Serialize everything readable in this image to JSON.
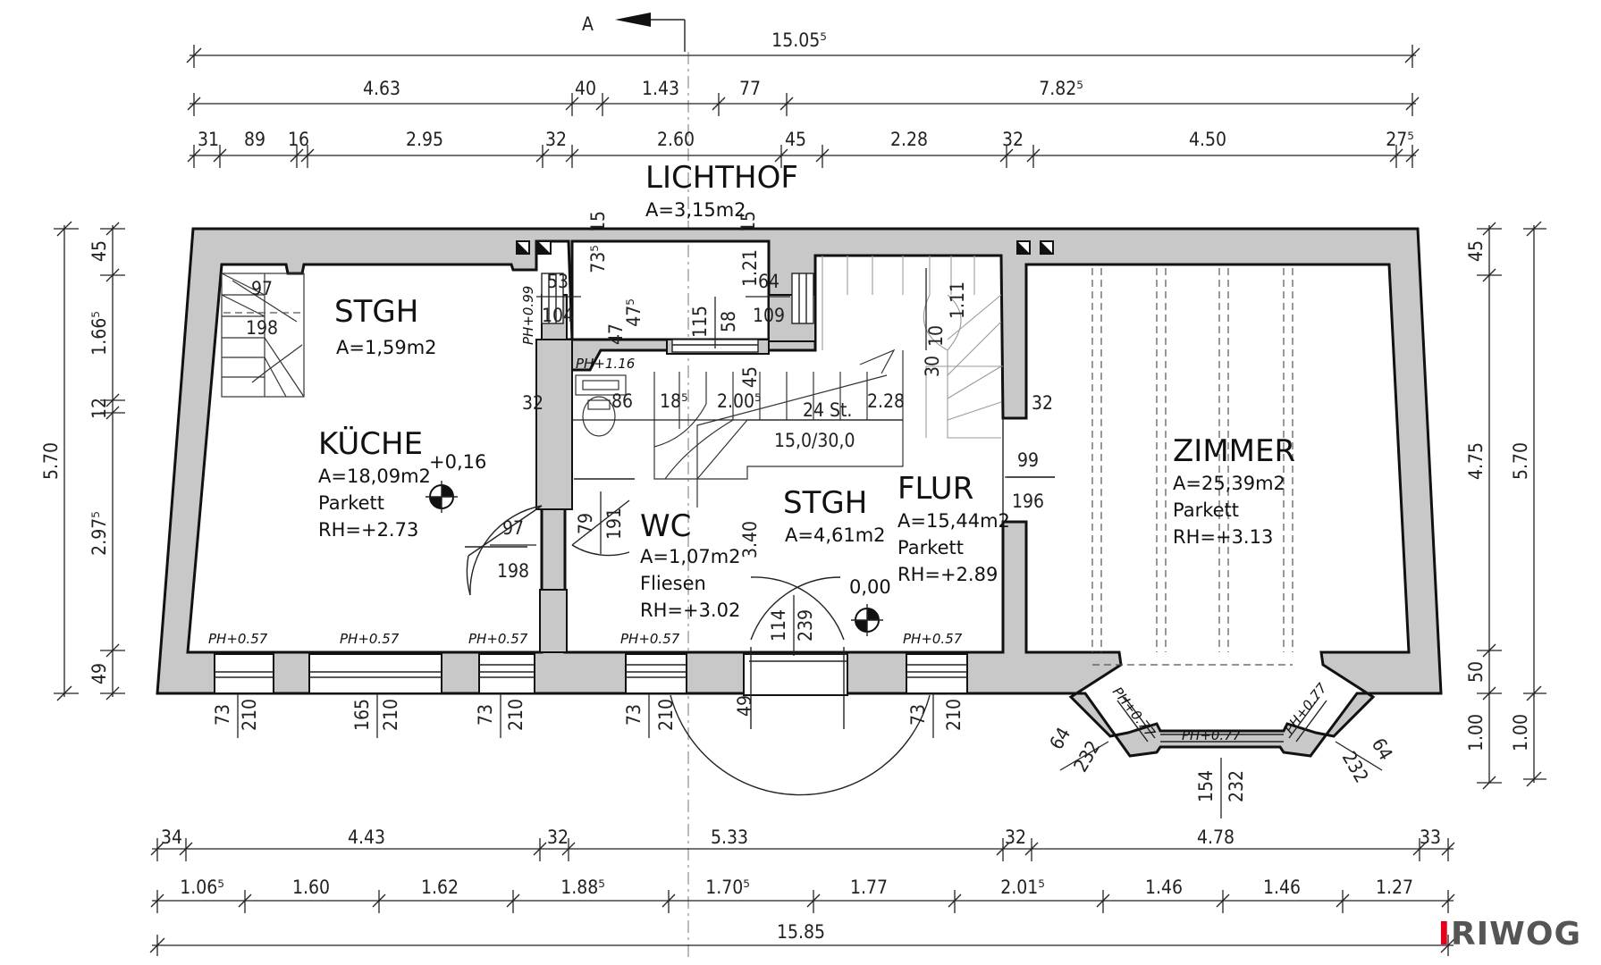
{
  "section_marker": "A",
  "dims_top_overall": "15.05⁵",
  "dims_top_row2": [
    "4.63",
    "40",
    "1.43",
    "77",
    "7.82⁵"
  ],
  "dims_top_row3": [
    "31",
    "89",
    "16",
    "2.95",
    "32",
    "2.60",
    "45",
    "2.28",
    "32",
    "4.50",
    "27⁵"
  ],
  "dims_left": [
    "45",
    "1.66⁵",
    "12",
    "2.97⁵",
    "49"
  ],
  "dims_left_total": "5.70",
  "dims_right": [
    "45",
    "4.75",
    "50",
    "1.00"
  ],
  "dims_right_total": "5.70",
  "dims_right_outer": "1.00",
  "dims_bottom_row1": [
    "34",
    "4.43",
    "32",
    "5.33",
    "32",
    "4.78",
    "33"
  ],
  "dims_bottom_row2": [
    "1.06⁵",
    "1.60",
    "1.62",
    "1.88⁵",
    "1.70⁵",
    "1.77",
    "2.01⁵",
    "1.46",
    "1.46",
    "1.27"
  ],
  "dims_bottom_total": "15.85",
  "rooms": {
    "lichthof": {
      "name": "LICHTHOF",
      "area": "A=3,15m2"
    },
    "stgh_small": {
      "name": "STGH",
      "area": "A=1,59m2"
    },
    "kueche": {
      "name": "KÜCHE",
      "area": "A=18,09m2",
      "floor": "Parkett",
      "height": "RH=+2.73"
    },
    "wc": {
      "name": "WC",
      "area": "A=1,07m2",
      "floor": "Fliesen",
      "height": "RH=+3.02"
    },
    "stgh_main": {
      "name": "STGH",
      "area": "A=4,61m2"
    },
    "flur": {
      "name": "FLUR",
      "area": "A=15,44m2",
      "floor": "Parkett",
      "height": "RH=+2.89"
    },
    "zimmer": {
      "name": "ZIMMER",
      "area": "A=25,39m2",
      "floor": "Parkett",
      "height": "RH=+3.13"
    }
  },
  "levels": {
    "kueche": "+0,16",
    "flur": "0,00"
  },
  "parapet_labels": [
    "PH+0.57",
    "PH+0.57",
    "PH+0.57",
    "PH+0.57",
    "PH+0.57",
    "PH+0.77",
    "PH+0.77",
    "PH+0.77",
    "PH+0.99",
    "PH+1.16"
  ],
  "openings": {
    "kueche_stair": [
      "97",
      "198"
    ],
    "kueche_door": [
      "97",
      "198"
    ],
    "wc_door": [
      "79",
      "191"
    ],
    "flur_door": [
      "99",
      "196"
    ],
    "entrance": [
      "114",
      "239"
    ],
    "window_k1": [
      "73",
      "210"
    ],
    "window_k2": [
      "165",
      "210"
    ],
    "window_k3": [
      "73",
      "210"
    ],
    "window_wc": [
      "73",
      "210"
    ],
    "window_flur": [
      "73",
      "210"
    ],
    "bay_left": [
      "64",
      "232"
    ],
    "bay_mid": [
      "154",
      "232"
    ],
    "bay_right": [
      "64",
      "232"
    ],
    "lh_left": [
      "53",
      "104"
    ],
    "lh_right": [
      "64",
      "109"
    ],
    "lh_mid": [
      "115",
      "58"
    ],
    "lh_small": [
      "73⁵",
      "47⁵",
      "47"
    ]
  },
  "misc_dims": {
    "stair_run": "24 St.",
    "stair_ratio": "15,0/30,0",
    "stair_w1": "2.00⁵",
    "stair_w2": "2.28",
    "d18": "18⁵",
    "d86": "86",
    "d340": "3.40",
    "d32a": "32",
    "d32b": "32",
    "d15a": "15",
    "d15b": "15",
    "d121": "1.21",
    "d111": "1.11",
    "d30": "30",
    "d10": "10",
    "d45": "45",
    "d49": "49"
  },
  "logo": {
    "prefix": "I",
    "text": "RIWOG"
  }
}
